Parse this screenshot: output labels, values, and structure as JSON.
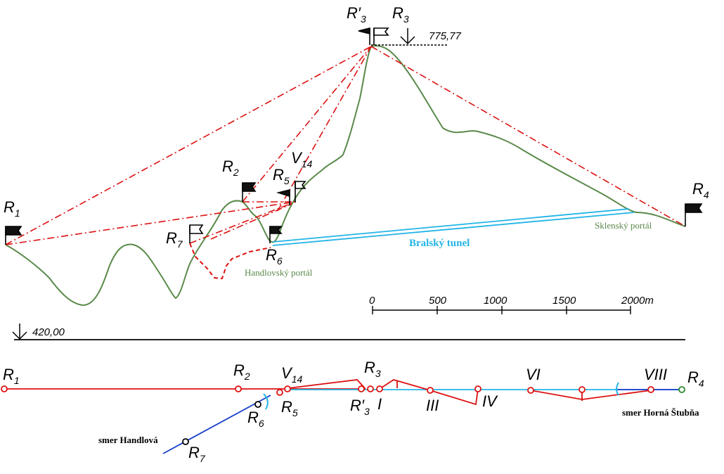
{
  "elevation_top": "775,77",
  "elevation_bottom": "420,00",
  "tunnel_name": "Bralský tunel",
  "portal_west": "Handlovský portál",
  "portal_east": "Sklenský portál",
  "scale": {
    "ticks": [
      "0",
      "500",
      "1000",
      "1500",
      "2000m"
    ]
  },
  "profile_labels": {
    "r1": "R",
    "r1_sub": "1",
    "r2": "R",
    "r2_sub": "2",
    "r3p": "R′",
    "r3p_sub": "3",
    "r3": "R",
    "r3_sub": "3",
    "r4": "R",
    "r4_sub": "4",
    "r5": "R",
    "r5_sub": "5",
    "r6": "R",
    "r6_sub": "6",
    "r7": "R",
    "r7_sub": "7",
    "v14": "V",
    "v14_sub": "14"
  },
  "plan_labels": {
    "r1": "R",
    "r1_sub": "1",
    "r2": "R",
    "r2_sub": "2",
    "v14": "V",
    "v14_sub": "14",
    "r3": "R",
    "r3_sub": "3",
    "r3p": "R′",
    "r3p_sub": "3",
    "r5": "R",
    "r5_sub": "5",
    "r6": "R",
    "r6_sub": "6",
    "r7": "R",
    "r7_sub": "7",
    "r4": "R",
    "r4_sub": "4",
    "i": "I",
    "iii": "III",
    "iv": "IV",
    "vi": "VI",
    "viii": "VIII"
  },
  "directions": {
    "handlova": "smer Handlová",
    "horna_stubna": "smer Horná Štubňa"
  },
  "colors": {
    "terrain": "#5a8a4a",
    "sight_lines": "#dd1111",
    "tunnel": "#22b4e6",
    "branch": "#1a3fcc",
    "east_end": "#2a8a2a"
  }
}
